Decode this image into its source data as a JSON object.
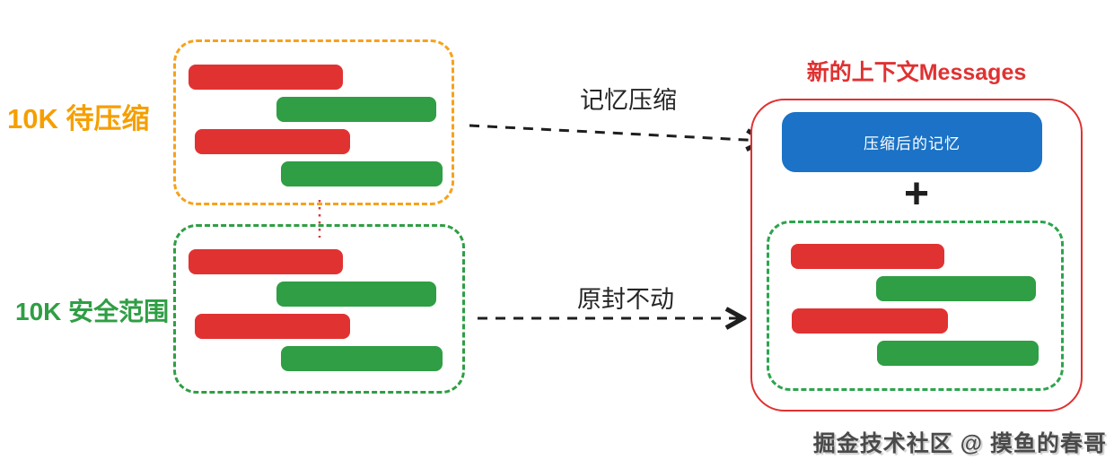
{
  "diagram": {
    "left_top_group": {
      "label": "10K 待压缩",
      "bars": [
        {
          "color": "red"
        },
        {
          "color": "green"
        },
        {
          "color": "red"
        },
        {
          "color": "green"
        }
      ]
    },
    "left_bottom_group": {
      "label": "10K 安全范围",
      "bars": [
        {
          "color": "red"
        },
        {
          "color": "green"
        },
        {
          "color": "red"
        },
        {
          "color": "green"
        }
      ]
    },
    "arrows": {
      "top_label": "记忆压缩",
      "bottom_label": "原封不动"
    },
    "right_panel": {
      "title": "新的上下文Messages",
      "compressed_memory_label": "压缩后的记忆",
      "plus_sign": "+",
      "bars": [
        {
          "color": "red"
        },
        {
          "color": "green"
        },
        {
          "color": "red"
        },
        {
          "color": "green"
        }
      ]
    },
    "watermark": "掘金技术社区 @ 摸鱼的春哥",
    "colors": {
      "bar_red": "#e13232",
      "bar_green": "#2f9e44",
      "pending_box_border": "#f6a21d",
      "safe_box_border": "#2f9e44",
      "pending_label": "#f59f00",
      "safe_label": "#2f9e44",
      "compressed_memory_bg": "#1b72c6",
      "compressed_memory_text": "#ffffff",
      "new_context_border": "#e03131",
      "new_context_title": "#e03131",
      "arrow_color": "#1f1f1f",
      "connector_dotted": "#e03131",
      "watermark_text": "#4a4a4a"
    }
  }
}
